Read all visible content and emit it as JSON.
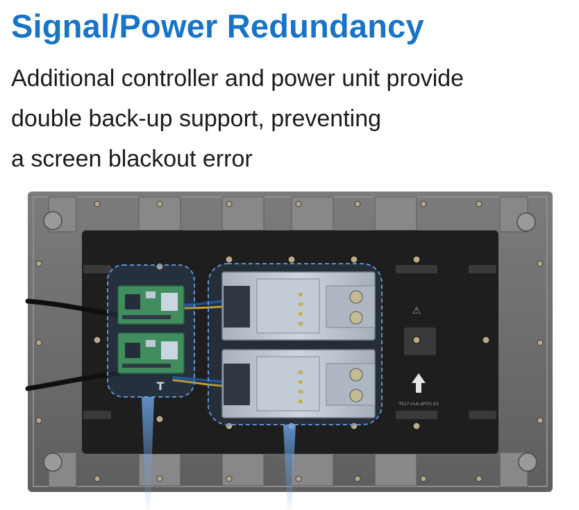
{
  "header": {
    "title": "Signal/Power Redundancy",
    "subtitle_lines": [
      "Additional controller and power unit provide",
      "double back-up support, preventing",
      "a screen blackout error"
    ]
  },
  "photo": {
    "labels": [
      "T",
      "TE27-Hub-8POS A3"
    ],
    "colors": {
      "frame": "#6f6f6f",
      "backplate": "#1e1e1e",
      "highlight": "#4f86c6",
      "pcb": "#3f8f46",
      "psu": "#c9cacb"
    }
  }
}
